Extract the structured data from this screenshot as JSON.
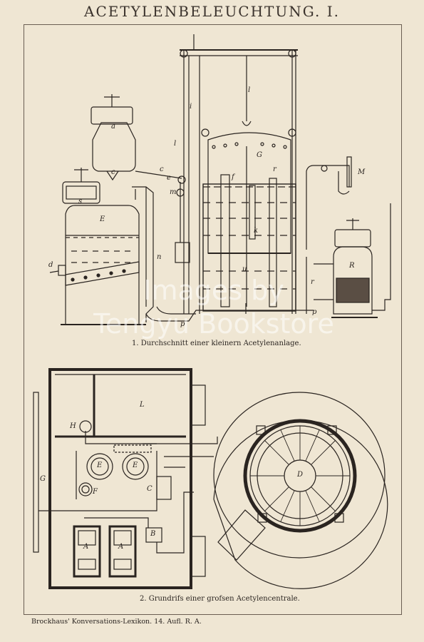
{
  "title": "ACETYLENBELEUCHTUNG. I.",
  "fig1": {
    "caption": "1. Durchschnitt einer kleinern Acetylenanlage.",
    "labels": {
      "a": "a",
      "c": "c",
      "c2": "c",
      "e": "e",
      "s": "s",
      "E": "E",
      "d": "d",
      "n": "n",
      "m": "m",
      "l": "l",
      "i": "i",
      "l2": "l",
      "G": "G",
      "f": "f",
      "k": "k",
      "r": "r",
      "u": "u",
      "p": "p",
      "p2": "p",
      "M": "M",
      "R": "R",
      "r2": "r"
    }
  },
  "fig2": {
    "caption": "2. Grundrifs einer grofsen Acetylencentrale.",
    "labels": {
      "L": "L",
      "H": "H",
      "G": "G",
      "E1": "E",
      "E2": "E",
      "F": "F",
      "C": "C",
      "D": "D",
      "A1": "A",
      "A2": "A",
      "B": "B"
    }
  },
  "footer": "Brockhaus' Konversations-Lexikon. 14. Aufl. R. A.",
  "watermark": {
    "line1": "Images by",
    "line2": "Tengyu Bookstore"
  },
  "colors": {
    "paper": "#efe6d3",
    "ink": "#2a2420"
  }
}
